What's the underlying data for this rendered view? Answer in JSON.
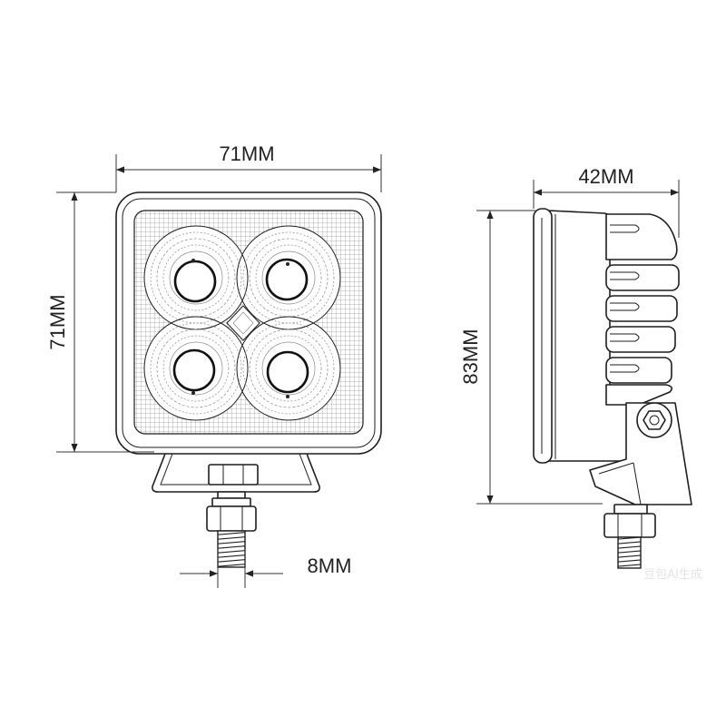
{
  "dimensions": {
    "front_width": "71MM",
    "front_height": "71MM",
    "bolt_diameter": "8MM",
    "side_depth": "42MM",
    "side_height": "83MM"
  },
  "watermark": "豆包AI生成",
  "colors": {
    "line": "#1e1e1e",
    "background": "#ffffff"
  }
}
